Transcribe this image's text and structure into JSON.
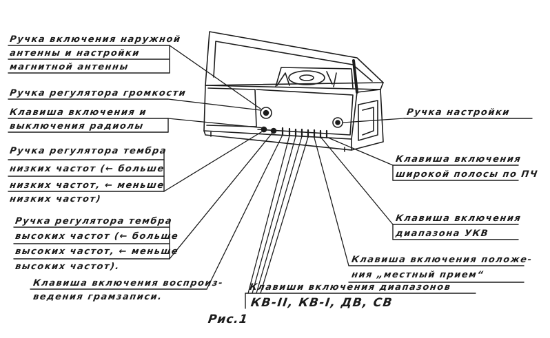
{
  "labels": {
    "external_antenna": [
      "Ручка включения наружной",
      "антенны и настройки",
      "магнитной антенны"
    ],
    "volume": "Ручка регулятора громкости",
    "power": [
      "Клавиша включения и",
      "выключения радиолы"
    ],
    "bass": [
      "Ручка регулятора тембра",
      "низких частот (← больше",
      "низких частот, ← меньше",
      "низких частот)"
    ],
    "treble": [
      "Ручка регулятора тембра",
      "высоких частот (← больше",
      "высоких частот, ← меньше",
      "высоких частот)."
    ],
    "playback": [
      "Клавиша включения воспроиз-",
      "ведения грамзаписи."
    ],
    "tuning": "Ручка настройки",
    "wideband": [
      "Клавиша включения",
      "широкой полосы по ПЧ"
    ],
    "ukv": [
      "Клавиша включения",
      "диапазона УКВ"
    ],
    "local": [
      "Клавиша включения положе-",
      "ния „местный прием“"
    ],
    "bands": [
      "Клавиши включения диапазонов",
      "КВ-II, КВ-I, ДВ, СВ"
    ]
  },
  "caption": "Рис.1",
  "colors": {
    "ink": "#1c1c1c",
    "paper": "#ffffff"
  }
}
